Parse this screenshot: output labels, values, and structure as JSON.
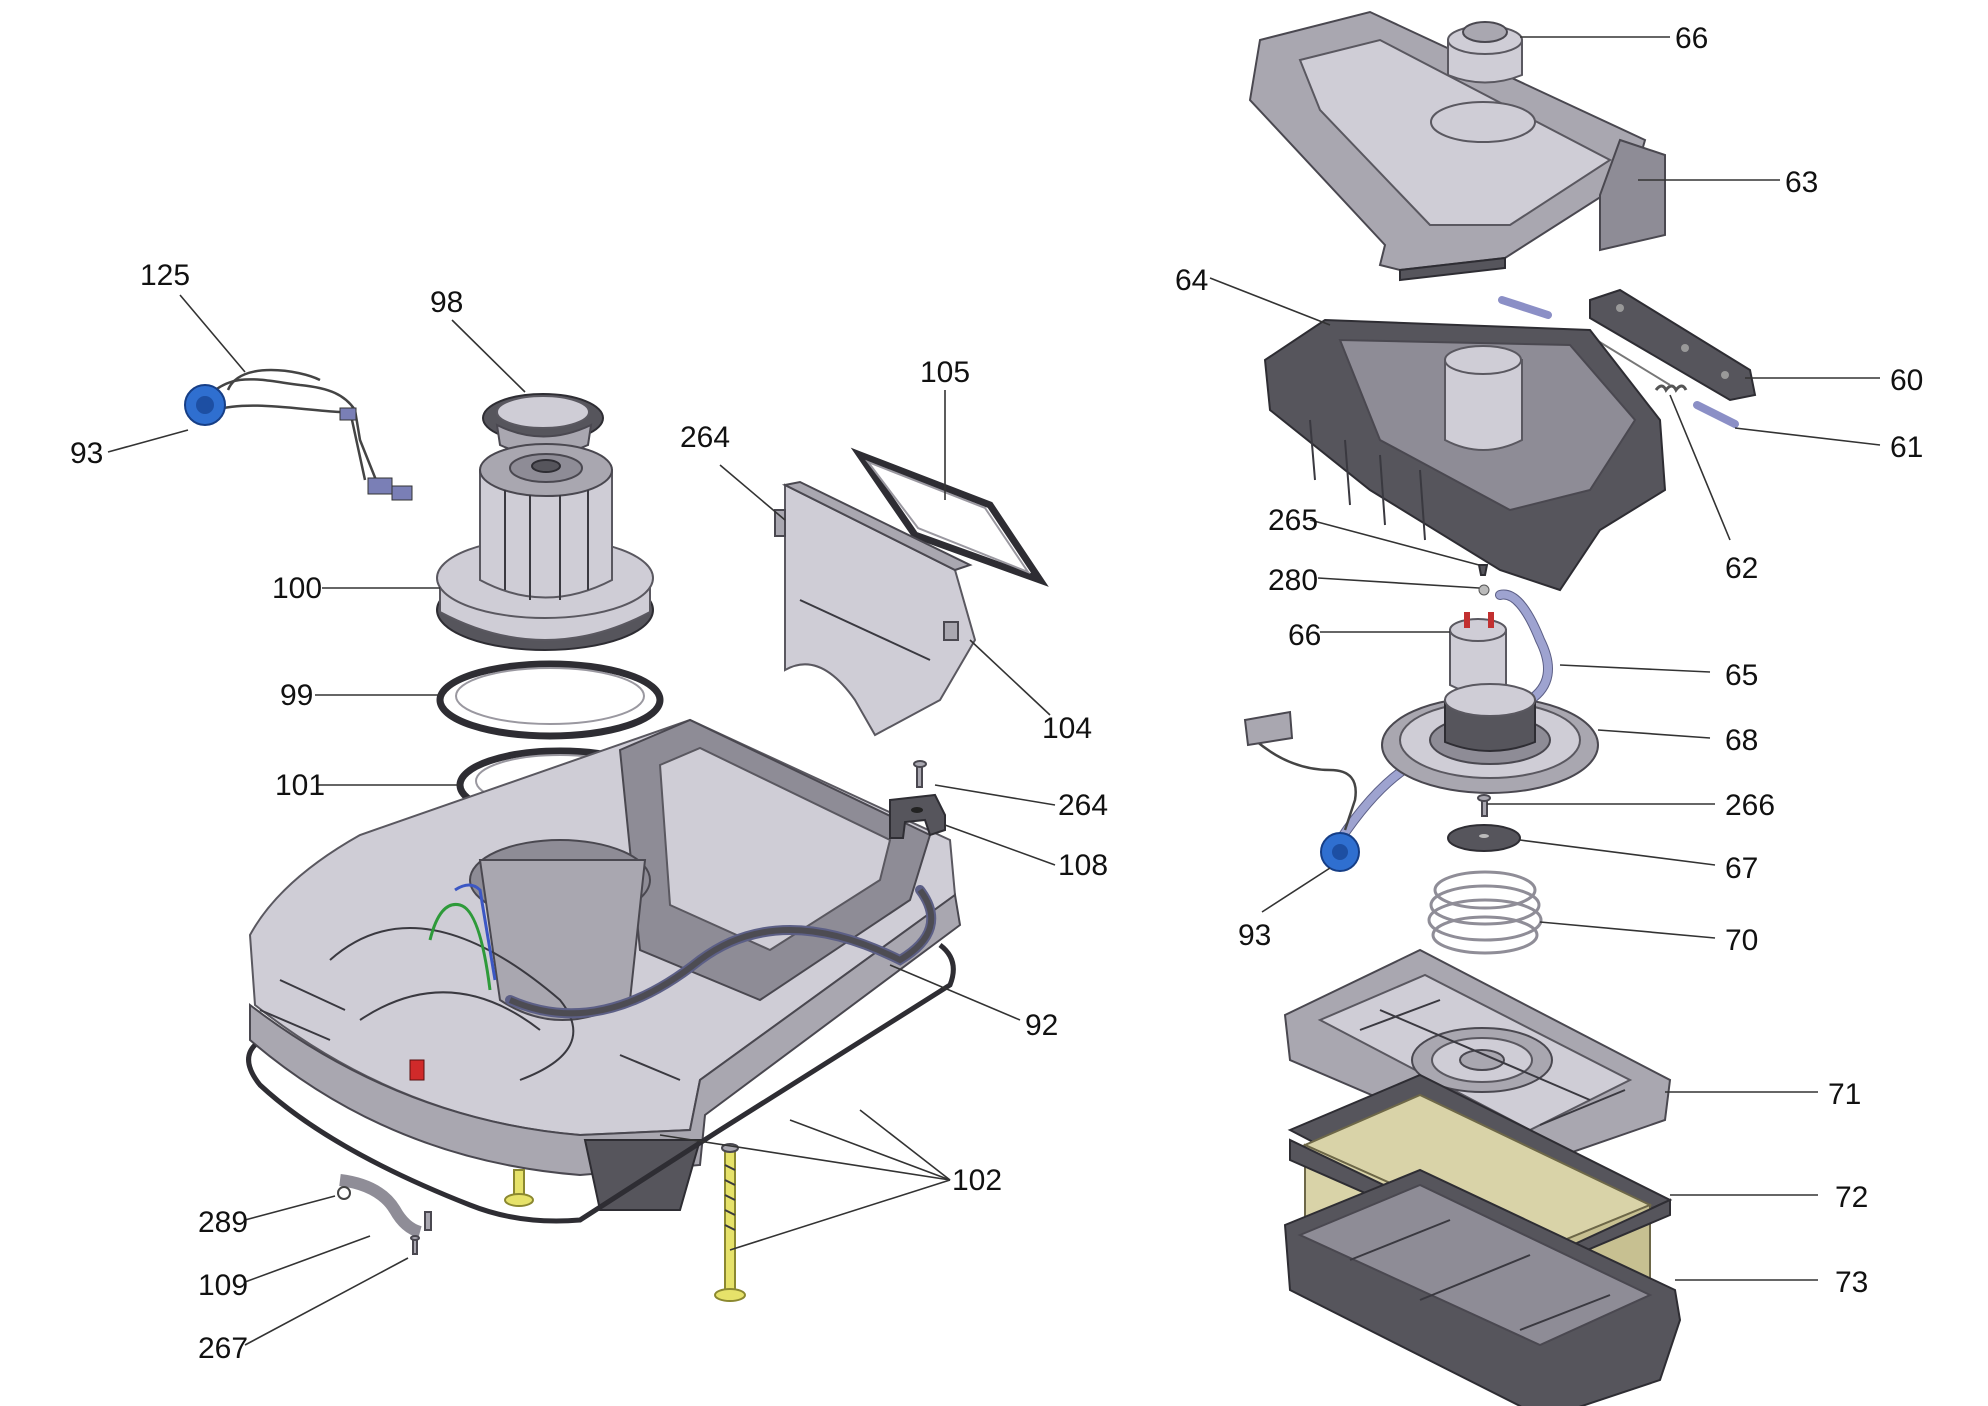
{
  "callouts": {
    "c125": "125",
    "c98": "98",
    "c105": "105",
    "c264a": "264",
    "c93a": "93",
    "c100": "100",
    "c99": "99",
    "c104": "104",
    "c101": "101",
    "c264b": "264",
    "c108": "108",
    "c92": "92",
    "c102": "102",
    "c289": "289",
    "c109": "109",
    "c267": "267",
    "c66a": "66",
    "c63": "63",
    "c64": "64",
    "c60": "60",
    "c61": "61",
    "c265": "265",
    "c62": "62",
    "c280": "280",
    "c66b": "66",
    "c65": "65",
    "c68": "68",
    "c266": "266",
    "c67": "67",
    "c93b": "93",
    "c70": "70",
    "c71": "71",
    "c72": "72",
    "c73": "73"
  },
  "colors": {
    "part_body": "#cfcdd6",
    "part_dark": "#56555c",
    "connector": "#2f6fd0",
    "bolts": "#e6e26a",
    "filter_media": "#d9d3a8",
    "hose": "#9ea3d0"
  }
}
